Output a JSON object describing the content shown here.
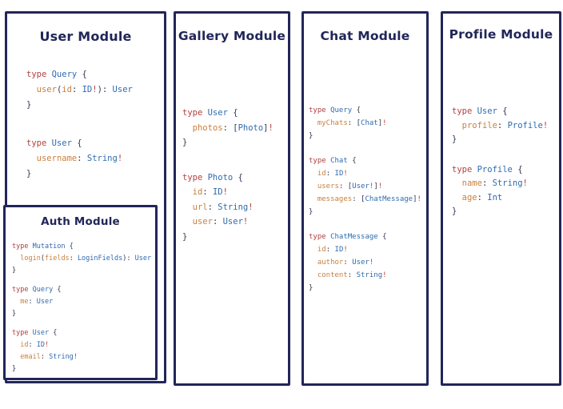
{
  "colors": {
    "navy": "#212659",
    "keyword": "#b0413e",
    "type": "#2f6bae",
    "field": "#c9803e",
    "punct": "#343852",
    "bang": "#b0413e"
  },
  "panels": {
    "user": {
      "title": "User Module",
      "code": [
        [
          [
            [
              "k",
              "type "
            ],
            [
              "t",
              "Query "
            ],
            [
              "p",
              "{"
            ]
          ],
          [
            [
              "p",
              "  "
            ],
            [
              "f",
              "user"
            ],
            [
              "p",
              "("
            ],
            [
              "f",
              "id"
            ],
            [
              "p",
              ": "
            ],
            [
              "t",
              "ID"
            ],
            [
              "b",
              "!"
            ],
            [
              "p",
              "): "
            ],
            [
              "t",
              "User"
            ]
          ],
          [
            [
              "p",
              "}"
            ]
          ]
        ],
        [
          [
            [
              "k",
              "type "
            ],
            [
              "t",
              "User "
            ],
            [
              "p",
              "{"
            ]
          ],
          [
            [
              "p",
              "  "
            ],
            [
              "f",
              "username"
            ],
            [
              "p",
              ": "
            ],
            [
              "t",
              "String"
            ],
            [
              "b",
              "!"
            ]
          ],
          [
            [
              "p",
              "}"
            ]
          ]
        ]
      ]
    },
    "auth": {
      "title": "Auth Module",
      "code": [
        [
          [
            [
              "k",
              "type "
            ],
            [
              "t",
              "Mutation "
            ],
            [
              "p",
              "{"
            ]
          ],
          [
            [
              "p",
              "  "
            ],
            [
              "f",
              "login"
            ],
            [
              "p",
              "("
            ],
            [
              "f",
              "fields"
            ],
            [
              "p",
              ": "
            ],
            [
              "t",
              "LoginFields"
            ],
            [
              "p",
              "): "
            ],
            [
              "t",
              "User"
            ]
          ],
          [
            [
              "p",
              "}"
            ]
          ]
        ],
        [
          [
            [
              "k",
              "type "
            ],
            [
              "t",
              "Query "
            ],
            [
              "p",
              "{"
            ]
          ],
          [
            [
              "p",
              "  "
            ],
            [
              "f",
              "me"
            ],
            [
              "p",
              ": "
            ],
            [
              "t",
              "User"
            ]
          ],
          [
            [
              "p",
              "}"
            ]
          ]
        ],
        [
          [
            [
              "k",
              "type "
            ],
            [
              "t",
              "User "
            ],
            [
              "p",
              "{"
            ]
          ],
          [
            [
              "p",
              "  "
            ],
            [
              "f",
              "id"
            ],
            [
              "p",
              ": "
            ],
            [
              "t",
              "ID"
            ],
            [
              "b",
              "!"
            ]
          ],
          [
            [
              "p",
              "  "
            ],
            [
              "f",
              "email"
            ],
            [
              "p",
              ": "
            ],
            [
              "t",
              "String"
            ],
            [
              "b",
              "!"
            ]
          ],
          [
            [
              "p",
              "}"
            ]
          ]
        ]
      ]
    },
    "gallery": {
      "title": "Gallery Module",
      "code": [
        [
          [
            [
              "k",
              "type "
            ],
            [
              "t",
              "User "
            ],
            [
              "p",
              "{"
            ]
          ],
          [
            [
              "p",
              "  "
            ],
            [
              "f",
              "photos"
            ],
            [
              "p",
              ": ["
            ],
            [
              "t",
              "Photo"
            ],
            [
              "p",
              "]"
            ],
            [
              "b",
              "!"
            ]
          ],
          [
            [
              "p",
              "}"
            ]
          ]
        ],
        [
          [
            [
              "k",
              "type "
            ],
            [
              "t",
              "Photo "
            ],
            [
              "p",
              "{"
            ]
          ],
          [
            [
              "p",
              "  "
            ],
            [
              "f",
              "id"
            ],
            [
              "p",
              ": "
            ],
            [
              "t",
              "ID"
            ],
            [
              "b",
              "!"
            ]
          ],
          [
            [
              "p",
              "  "
            ],
            [
              "f",
              "url"
            ],
            [
              "p",
              ": "
            ],
            [
              "t",
              "String"
            ],
            [
              "b",
              "!"
            ]
          ],
          [
            [
              "p",
              "  "
            ],
            [
              "f",
              "user"
            ],
            [
              "p",
              ": "
            ],
            [
              "t",
              "User"
            ],
            [
              "b",
              "!"
            ]
          ],
          [
            [
              "p",
              "}"
            ]
          ]
        ]
      ]
    },
    "chat": {
      "title": "Chat Module",
      "code": [
        [
          [
            [
              "k",
              "type "
            ],
            [
              "t",
              "Query "
            ],
            [
              "p",
              "{"
            ]
          ],
          [
            [
              "p",
              "  "
            ],
            [
              "f",
              "myChats"
            ],
            [
              "p",
              ": ["
            ],
            [
              "t",
              "Chat"
            ],
            [
              "p",
              "]"
            ],
            [
              "b",
              "!"
            ]
          ],
          [
            [
              "p",
              "}"
            ]
          ]
        ],
        [
          [
            [
              "k",
              "type "
            ],
            [
              "t",
              "Chat "
            ],
            [
              "p",
              "{"
            ]
          ],
          [
            [
              "p",
              "  "
            ],
            [
              "f",
              "id"
            ],
            [
              "p",
              ": "
            ],
            [
              "t",
              "ID"
            ],
            [
              "b",
              "!"
            ]
          ],
          [
            [
              "p",
              "  "
            ],
            [
              "f",
              "users"
            ],
            [
              "p",
              ": ["
            ],
            [
              "t",
              "User"
            ],
            [
              "b",
              "!"
            ],
            [
              "p",
              "]"
            ],
            [
              "b",
              "!"
            ]
          ],
          [
            [
              "p",
              "  "
            ],
            [
              "f",
              "messages"
            ],
            [
              "p",
              ": ["
            ],
            [
              "t",
              "ChatMessage"
            ],
            [
              "p",
              "]"
            ],
            [
              "b",
              "!"
            ]
          ],
          [
            [
              "p",
              "}"
            ]
          ]
        ],
        [
          [
            [
              "k",
              "type "
            ],
            [
              "t",
              "ChatMessage "
            ],
            [
              "p",
              "{"
            ]
          ],
          [
            [
              "p",
              "  "
            ],
            [
              "f",
              "id"
            ],
            [
              "p",
              ": "
            ],
            [
              "t",
              "ID"
            ],
            [
              "b",
              "!"
            ]
          ],
          [
            [
              "p",
              "  "
            ],
            [
              "f",
              "author"
            ],
            [
              "p",
              ": "
            ],
            [
              "t",
              "User"
            ],
            [
              "b",
              "!"
            ]
          ],
          [
            [
              "p",
              "  "
            ],
            [
              "f",
              "content"
            ],
            [
              "p",
              ": "
            ],
            [
              "t",
              "String"
            ],
            [
              "b",
              "!"
            ]
          ],
          [
            [
              "p",
              "}"
            ]
          ]
        ]
      ]
    },
    "profile": {
      "title": "Profile Module",
      "code": [
        [
          [
            [
              "k",
              "type "
            ],
            [
              "t",
              "User "
            ],
            [
              "p",
              "{"
            ]
          ],
          [
            [
              "p",
              "  "
            ],
            [
              "f",
              "profile"
            ],
            [
              "p",
              ": "
            ],
            [
              "t",
              "Profile"
            ],
            [
              "b",
              "!"
            ]
          ],
          [
            [
              "p",
              "}"
            ]
          ]
        ],
        [
          [
            [
              "k",
              "type "
            ],
            [
              "t",
              "Profile "
            ],
            [
              "p",
              "{"
            ]
          ],
          [
            [
              "p",
              "  "
            ],
            [
              "f",
              "name"
            ],
            [
              "p",
              ": "
            ],
            [
              "t",
              "String"
            ],
            [
              "b",
              "!"
            ]
          ],
          [
            [
              "p",
              "  "
            ],
            [
              "f",
              "age"
            ],
            [
              "p",
              ": "
            ],
            [
              "t",
              "Int"
            ]
          ],
          [
            [
              "p",
              "}"
            ]
          ]
        ]
      ]
    }
  }
}
